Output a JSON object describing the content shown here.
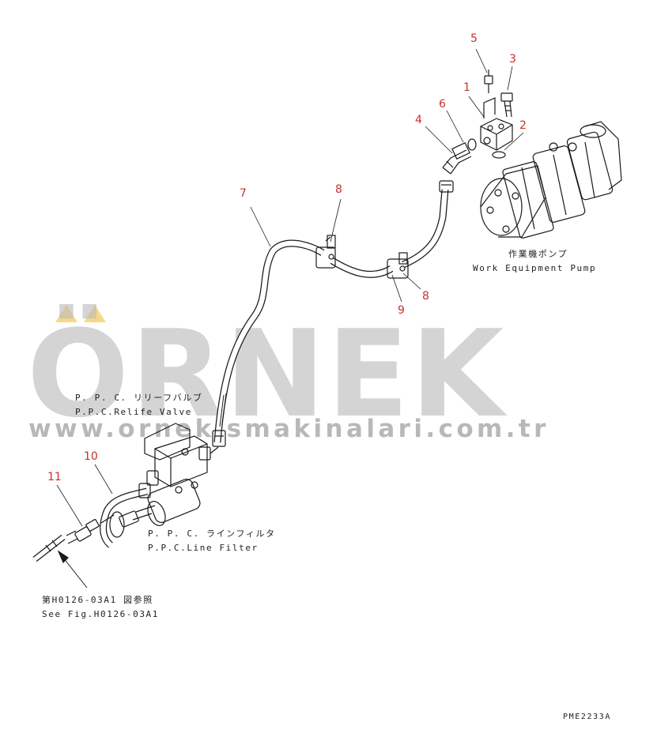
{
  "watermark": {
    "brand": "ÖRNEK",
    "url": "www.ornekismakinalari.com.tr",
    "accent_color": "#f7c948",
    "text_color": "#b9b9b9"
  },
  "labels": {
    "pump_jp": "作業機ポンプ",
    "pump_en": "Work Equipment Pump",
    "relief_jp": "P. P. C. リリーフバルブ",
    "relief_en": "P.P.C.Relife Valve",
    "filter_jp": "P. P. C. ラインフィルタ",
    "filter_en": "P.P.C.Line Filter",
    "ref_jp": "第H0126-03A1 図参照",
    "ref_en": "See Fig.H0126-03A1",
    "code": "PME2233A"
  },
  "callouts": [
    "1",
    "2",
    "3",
    "4",
    "5",
    "6",
    "7",
    "8",
    "8",
    "9",
    "10",
    "11"
  ],
  "colors": {
    "callout": "#c9302c",
    "line": "#1a1a1a"
  }
}
